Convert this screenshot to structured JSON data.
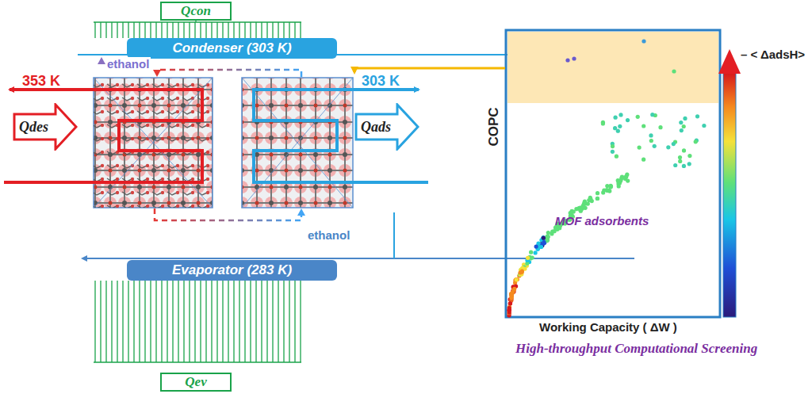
{
  "diagram": {
    "nodes": [
      {
        "text": [
          "Qcon"
        ]
      },
      {
        "text": [
          "Condenser (303 K)"
        ]
      },
      {
        "text": [
          "Qdes"
        ]
      },
      {
        "text": [
          "Qads"
        ]
      },
      {
        "text": [
          "Evaporator (283 K)"
        ]
      },
      {
        "text": [
          "Qev"
        ]
      }
    ],
    "labels": [
      "353 K",
      "303 K",
      "ethanol",
      "ethanol",
      "COPC",
      "Working Capacity ( ΔW )",
      "MOF adsorbents",
      "– < ΔadsH>",
      "High-throughput Computational Screening"
    ]
  }
}
